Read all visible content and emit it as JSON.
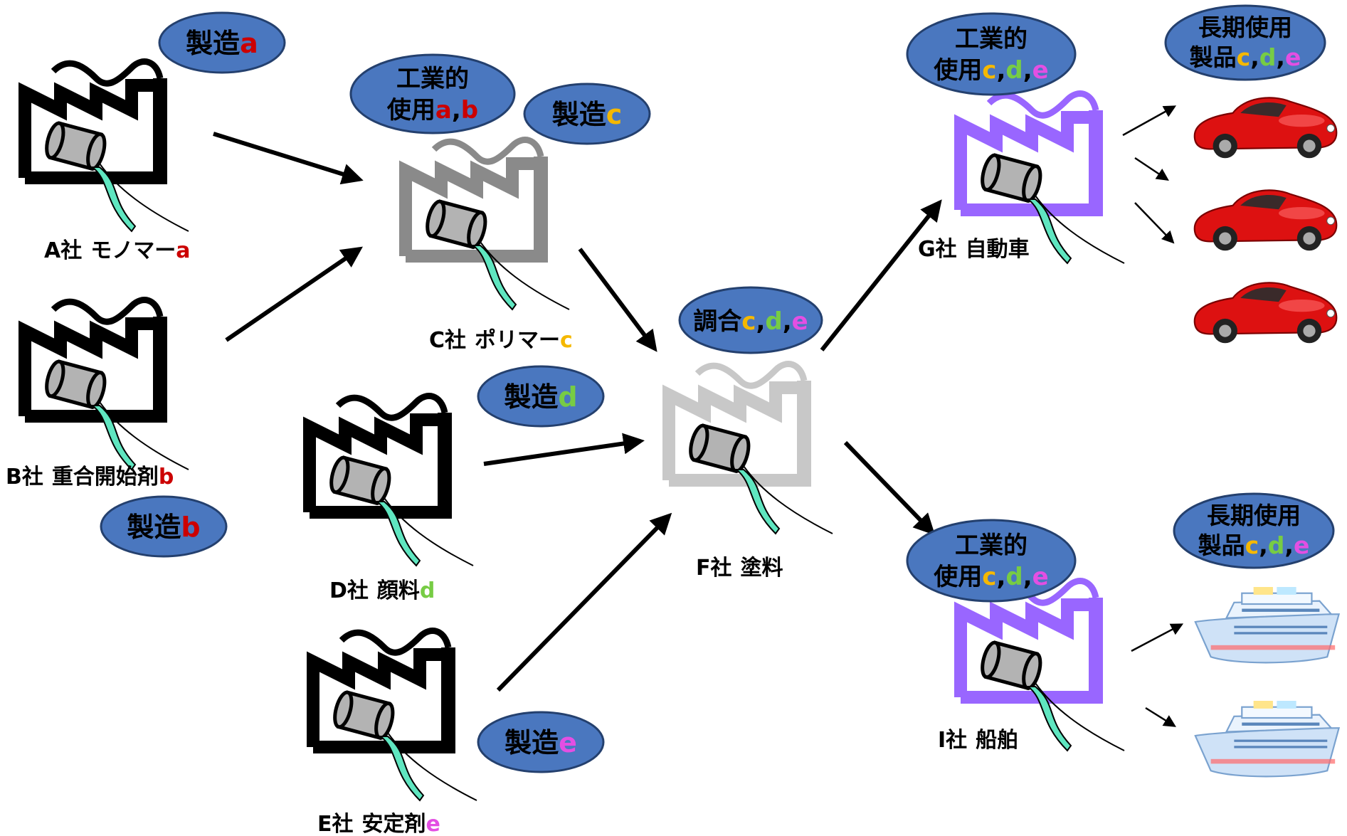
{
  "colors": {
    "bubble_fill": "#4a77bf",
    "bubble_stroke": "#24406e",
    "factory_black": "#000000",
    "factory_gray": "#8a8a8a",
    "factory_lightgray": "#c8c8c8",
    "factory_purple": "#9966ff",
    "drum": "#b3b3b3",
    "liquid": "#5fe6c0",
    "a": "#cc0000",
    "b": "#cc0000",
    "c": "#f5b800",
    "d": "#77cc44",
    "e": "#e34fe3",
    "car": "#dd1111",
    "ship": "#a7c9ef"
  },
  "factories": {
    "A": {
      "name": "A社",
      "product": "モノマー",
      "suffix": "a",
      "icon": "factory-icon"
    },
    "B": {
      "name": "B社",
      "product": "重合開始剤",
      "suffix": "b",
      "icon": "factory-icon"
    },
    "C": {
      "name": "C社",
      "product": "ポリマー",
      "suffix": "c",
      "icon": "factory-icon"
    },
    "D": {
      "name": "D社",
      "product": "顔料",
      "suffix": "d",
      "icon": "factory-icon"
    },
    "E": {
      "name": "E社",
      "product": "安定剤",
      "suffix": "e",
      "icon": "factory-icon"
    },
    "F": {
      "name": "F社",
      "product": "塗料",
      "suffix": "",
      "icon": "factory-icon"
    },
    "G": {
      "name": "G社",
      "product": "自動車",
      "suffix": "",
      "icon": "factory-icon"
    },
    "I": {
      "name": "I社",
      "product": "船舶",
      "suffix": "",
      "icon": "factory-icon"
    }
  },
  "bubbles": {
    "mfg_a": {
      "text": "製造",
      "suffix": "a"
    },
    "mfg_b": {
      "text": "製造",
      "suffix": "b"
    },
    "mfg_c": {
      "text": "製造",
      "suffix": "c"
    },
    "mfg_d": {
      "text": "製造",
      "suffix": "d"
    },
    "mfg_e": {
      "text": "製造",
      "suffix": "e"
    },
    "industrial_ab": {
      "line1": "工業的",
      "line2": "使用",
      "s1": "a",
      "sep": ",",
      "s2": "b"
    },
    "blend": {
      "text": "調合",
      "s1": "c",
      "sep1": ",",
      "s2": "d",
      "sep2": ",",
      "s3": "e"
    },
    "industrial_g": {
      "line1": "工業的",
      "line2": "使用",
      "s1": "c",
      "sep1": ",",
      "s2": "d",
      "sep2": ",",
      "s3": "e"
    },
    "industrial_i": {
      "line1": "工業的",
      "line2": "使用",
      "s1": "c",
      "sep1": ",",
      "s2": "d",
      "sep2": ",",
      "s3": "e"
    },
    "longterm_car": {
      "line1": "長期使用",
      "line2": "製品",
      "s1": "c",
      "sep1": ",",
      "s2": "d",
      "sep2": ",",
      "s3": "e"
    },
    "longterm_ship": {
      "line1": "長期使用",
      "line2": "製品",
      "s1": "c",
      "sep1": ",",
      "s2": "d",
      "sep2": ",",
      "s3": "e"
    }
  },
  "products": {
    "cars": 3,
    "ships": 2,
    "car_icon": "car-icon",
    "ship_icon": "ship-icon"
  }
}
